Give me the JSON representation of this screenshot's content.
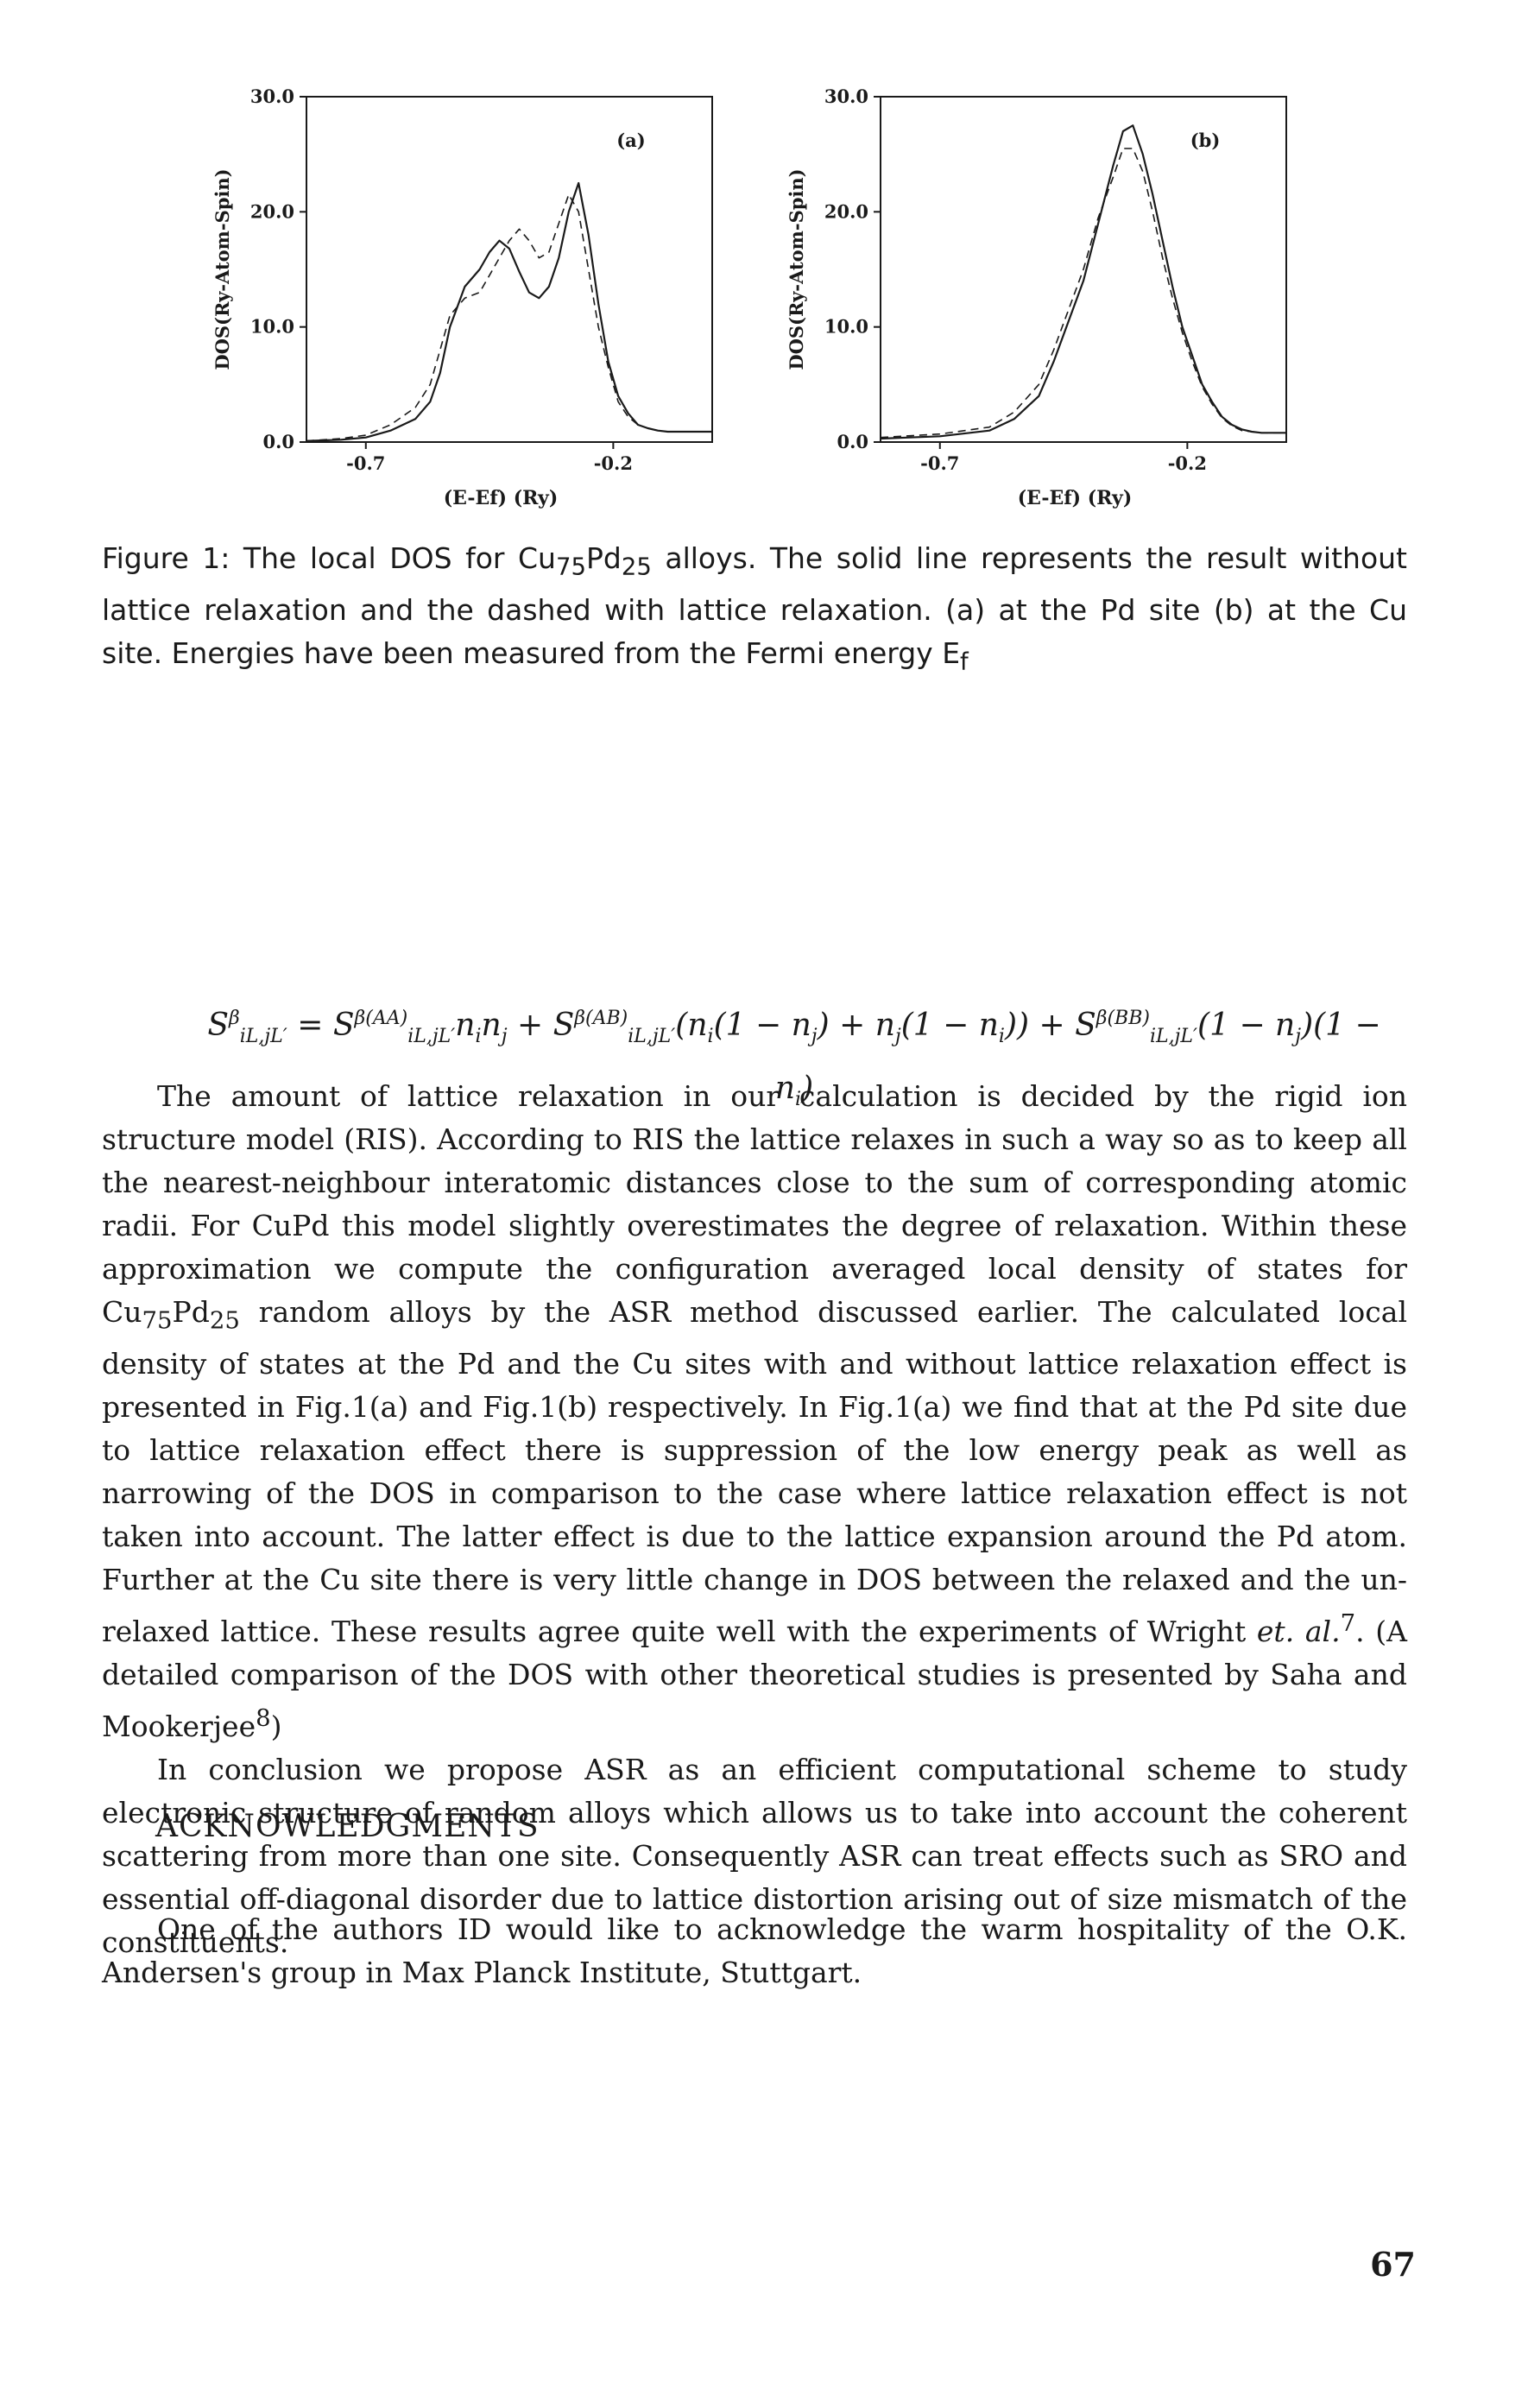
{
  "chart_data": [
    {
      "type": "line",
      "panel_label": "(a)",
      "xlabel": "(E-Ef) (Ry)",
      "ylabel": "DOS(Ry-Atom-Spin)",
      "xlim": [
        -0.82,
        -0.0
      ],
      "ylim": [
        0,
        30
      ],
      "x_ticks": [
        -0.7,
        -0.2
      ],
      "x_tick_labels": [
        "-0.7",
        "-0.2"
      ],
      "y_ticks": [
        0,
        10,
        20,
        30
      ],
      "y_tick_labels": [
        "0.0",
        "10.0",
        "20.0",
        "30.0"
      ],
      "grid": false,
      "series": [
        {
          "style": "solid",
          "x": [
            -0.82,
            -0.75,
            -0.7,
            -0.65,
            -0.6,
            -0.57,
            -0.55,
            -0.53,
            -0.5,
            -0.47,
            -0.45,
            -0.43,
            -0.41,
            -0.39,
            -0.37,
            -0.35,
            -0.33,
            -0.31,
            -0.29,
            -0.27,
            -0.25,
            -0.23,
            -0.21,
            -0.19,
            -0.17,
            -0.15,
            -0.13,
            -0.11,
            -0.09,
            -0.07,
            -0.05,
            -0.03,
            0.0
          ],
          "y": [
            0.1,
            0.2,
            0.4,
            1.0,
            2.0,
            3.5,
            6.0,
            10.0,
            13.5,
            15.0,
            16.5,
            17.5,
            16.8,
            14.8,
            13.0,
            12.5,
            13.5,
            16.0,
            20.0,
            22.5,
            18.0,
            12.0,
            7.0,
            4.0,
            2.5,
            1.5,
            1.2,
            1.0,
            0.9,
            0.9,
            0.9,
            0.9,
            0.9
          ]
        },
        {
          "style": "dashed",
          "x": [
            -0.82,
            -0.75,
            -0.7,
            -0.65,
            -0.6,
            -0.57,
            -0.55,
            -0.53,
            -0.5,
            -0.47,
            -0.45,
            -0.43,
            -0.41,
            -0.39,
            -0.37,
            -0.35,
            -0.33,
            -0.31,
            -0.29,
            -0.27,
            -0.25,
            -0.23,
            -0.21,
            -0.19,
            -0.17,
            -0.15,
            -0.13,
            -0.11,
            -0.09,
            -0.07,
            -0.05,
            -0.03,
            0.0
          ],
          "y": [
            0.1,
            0.3,
            0.6,
            1.5,
            3.0,
            5.0,
            8.0,
            11.0,
            12.5,
            13.0,
            14.5,
            16.0,
            17.5,
            18.5,
            17.5,
            16.0,
            16.5,
            19.0,
            21.5,
            20.0,
            15.0,
            10.0,
            6.5,
            3.5,
            2.2,
            1.5,
            1.2,
            1.0,
            0.9,
            0.9,
            0.9,
            0.9,
            0.9
          ]
        }
      ]
    },
    {
      "type": "line",
      "panel_label": "(b)",
      "xlabel": "(E-Ef) (Ry)",
      "ylabel": "DOS(Ry-Atom-Spin)",
      "xlim": [
        -0.82,
        -0.0
      ],
      "ylim": [
        0,
        30
      ],
      "x_ticks": [
        -0.7,
        -0.2
      ],
      "x_tick_labels": [
        "-0.7",
        "-0.2"
      ],
      "y_ticks": [
        0,
        10,
        20,
        30
      ],
      "y_tick_labels": [
        "0.0",
        "10.0",
        "20.0",
        "30.0"
      ],
      "grid": false,
      "series": [
        {
          "style": "solid",
          "x": [
            -0.82,
            -0.7,
            -0.6,
            -0.55,
            -0.5,
            -0.47,
            -0.44,
            -0.41,
            -0.38,
            -0.35,
            -0.33,
            -0.31,
            -0.29,
            -0.27,
            -0.25,
            -0.23,
            -0.21,
            -0.19,
            -0.17,
            -0.15,
            -0.13,
            -0.11,
            -0.09,
            -0.07,
            -0.05,
            -0.03,
            0.0
          ],
          "y": [
            0.3,
            0.5,
            1.0,
            2.0,
            4.0,
            7.0,
            10.5,
            14.0,
            19.0,
            24.0,
            27.0,
            27.5,
            25.0,
            21.5,
            17.5,
            13.5,
            10.0,
            7.5,
            5.0,
            3.5,
            2.2,
            1.5,
            1.1,
            0.9,
            0.8,
            0.8,
            0.8
          ]
        },
        {
          "style": "dashed",
          "x": [
            -0.82,
            -0.7,
            -0.6,
            -0.55,
            -0.5,
            -0.47,
            -0.44,
            -0.41,
            -0.38,
            -0.35,
            -0.33,
            -0.31,
            -0.29,
            -0.27,
            -0.25,
            -0.23,
            -0.21,
            -0.19,
            -0.17,
            -0.15,
            -0.13,
            -0.11,
            -0.09,
            -0.07,
            -0.05,
            -0.03,
            0.0
          ],
          "y": [
            0.4,
            0.7,
            1.3,
            2.6,
            5.0,
            8.0,
            11.5,
            15.0,
            19.5,
            23.0,
            25.5,
            25.5,
            23.5,
            20.0,
            16.0,
            12.5,
            9.5,
            7.0,
            4.8,
            3.3,
            2.1,
            1.4,
            1.0,
            0.9,
            0.8,
            0.8,
            0.8
          ]
        }
      ]
    }
  ],
  "caption": {
    "p1": "Figure 1: The local DOS for Cu",
    "sub1": "75",
    "p2": "Pd",
    "sub2": "25",
    "p3": " alloys. The solid line represents the result without lattice relaxation and the dashed with lattice relaxation. (a) at the Pd site (b) at the Cu site. Energies have been measured from the Fermi energy E",
    "sub3": "f"
  },
  "equation": {
    "s": "S",
    "lhs_sup": "β",
    "lhs_sub": "iL,jL′",
    "equals": " = ",
    "t1_sup": "β(AA)",
    "t1_sub": "iL,jL′",
    "t1_rest": "n",
    "t1_i": "i",
    "t1_n2": "n",
    "t1_j": "j",
    "plus": " + ",
    "t2_sup": "β(AB)",
    "t2_sub": "iL,jL′",
    "t2_rest": "(n",
    "t2_i": "i",
    "t2_mid": "(1 − n",
    "t2_j": "j",
    "t2_mid2": ") + n",
    "t2_j2": "j",
    "t2_mid3": "(1 − n",
    "t2_i2": "i",
    "t2_end": ")) + ",
    "t3_sup": "β(BB)",
    "t3_sub": "iL,jL′",
    "t3_rest": "(1 − n",
    "t3_j": "j",
    "t3_mid": ")(1 − n",
    "t3_i": "i",
    "t3_end": ")"
  },
  "body": {
    "para1_a": "The amount of lattice relaxation in our calculation is decided by the rigid ion structure model (RIS). According to RIS the lattice relaxes in such a way so as to keep all the nearest-neighbour interatomic distances close to the sum of corresponding atomic radii. For CuPd this model slightly overestimates the degree of relaxation. Within these approximation we compute the configuration averaged local density of states for Cu",
    "para1_sub1": "75",
    "para1_b": "Pd",
    "para1_sub2": "25",
    "para1_c": " random alloys by the ASR method discussed earlier. The calculated local density of states at the Pd and the Cu sites with and without lattice relaxation effect is presented in Fig.1(a) and Fig.1(b) respectively. In Fig.1(a) we find that at the Pd site due to lattice relaxation effect there is suppression of the low energy peak as well as narrowing of the DOS in comparison to the case where lattice relaxation effect is not taken into account. The latter effect is due to the lattice expansion around the Pd atom. Further at the Cu site there is very little change in DOS between the relaxed and the un-relaxed lattice. These results agree quite well with the experiments of Wright ",
    "para1_etal": "et. al.",
    "para1_sup1": "7",
    "para1_d": ". (A detailed comparison of the DOS with other theoretical studies is presented by Saha and Mookerjee",
    "para1_sup2": "8",
    "para1_e": ")",
    "para2": "In conclusion we propose ASR as an efficient computational scheme to study electronic structure of random alloys which allows us to take into account the coherent scattering from more than one site. Consequently ASR can treat effects such as SRO and essential off-diagonal disorder due to lattice distortion arising out of size mismatch of the constituents.",
    "heading": "ACKNOWLEDGMENTS",
    "para3": "One of the authors ID would like to acknowledge the warm hospitality of the O.K. Andersen's group in Max Planck Institute, Stuttgart."
  },
  "page_number": "67"
}
